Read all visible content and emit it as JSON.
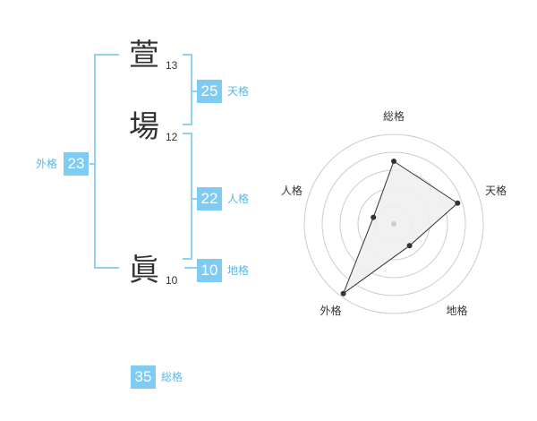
{
  "name": {
    "chars": [
      {
        "char": "萱",
        "strokes": "13"
      },
      {
        "char": "場",
        "strokes": "12"
      },
      {
        "char": "眞",
        "strokes": "10"
      }
    ]
  },
  "fortune": {
    "tenkaku": {
      "value": "25",
      "label": "天格"
    },
    "jinkaku": {
      "value": "22",
      "label": "人格"
    },
    "chikaku": {
      "value": "10",
      "label": "地格"
    },
    "gaikaku": {
      "value": "23",
      "label": "外格"
    },
    "soukaku": {
      "value": "35",
      "label": "総格"
    }
  },
  "chart_data": {
    "type": "radar",
    "axes": [
      "総格",
      "天格",
      "地格",
      "外格",
      "人格"
    ],
    "values": [
      3.5,
      3.75,
      1.5,
      4.8,
      1.2
    ],
    "range": [
      0,
      5
    ],
    "rings": 5,
    "colors": {
      "fill": "#f0f0f0",
      "stroke": "#333333",
      "ring": "#cccccc",
      "point": "#333333",
      "center": "#cccccc"
    }
  }
}
